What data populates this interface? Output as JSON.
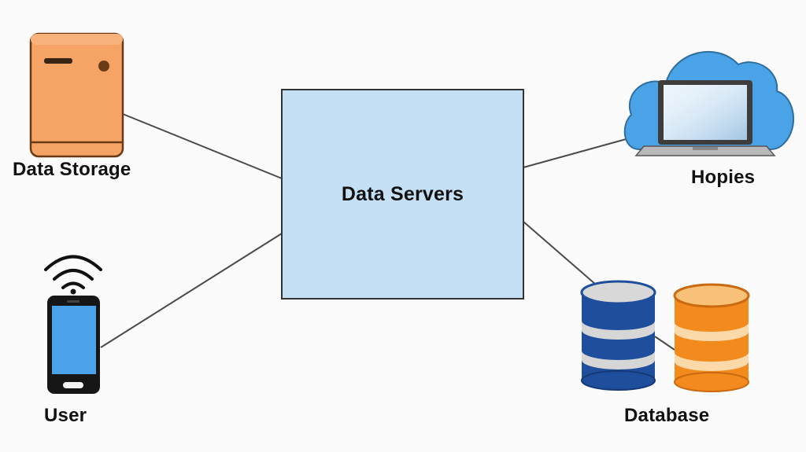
{
  "nodes": {
    "center": {
      "label": "Data Servers",
      "icon": "server-box",
      "fill": "#c5e0f4"
    },
    "data_storage": {
      "label": "Data Storage",
      "icon": "storage-device-icon",
      "color": "#f6a465"
    },
    "user": {
      "label": "User",
      "icon": "smartphone-wifi-icon",
      "screen_color": "#4aa3ea"
    },
    "hopies": {
      "label": "Hopies",
      "icon": "cloud-laptop-icon",
      "cloud_color": "#4aa3e6"
    },
    "database": {
      "label": "Database",
      "icon": "database-cylinders-icon",
      "colors": [
        "#1f4f9c",
        "#f28a1e"
      ]
    }
  },
  "connections": [
    {
      "from": "data_storage",
      "to": "center"
    },
    {
      "from": "user",
      "to": "center"
    },
    {
      "from": "center",
      "to": "hopies"
    },
    {
      "from": "center",
      "to": "database"
    }
  ]
}
